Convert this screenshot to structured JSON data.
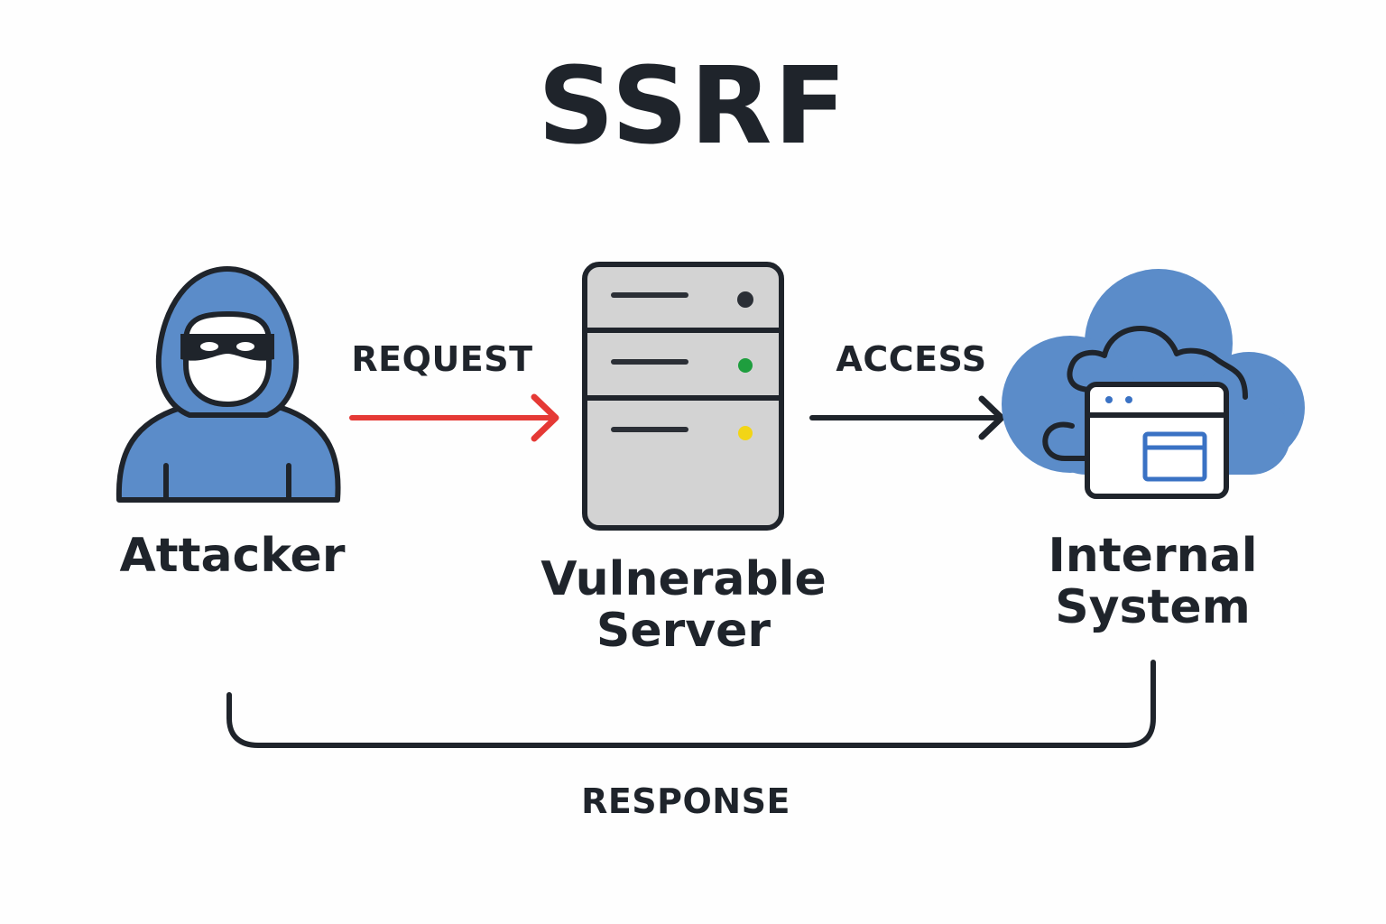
{
  "title": "SSRF",
  "nodes": {
    "attacker": {
      "label": "Attacker",
      "icon": "hooded-hacker-icon"
    },
    "server": {
      "label": "Vulnerable\nServer",
      "icon": "server-rack-icon"
    },
    "internal": {
      "label": "Internal\nSystem",
      "icon": "cloud-window-icon"
    }
  },
  "edges": {
    "request": {
      "label": "REQUEST",
      "color": "#e53935"
    },
    "access": {
      "label": "ACCESS",
      "color": "#1f242b"
    },
    "response": {
      "label": "RESPONSE",
      "color": "#1f242b"
    }
  },
  "colors": {
    "accent_blue": "#5b8cc9",
    "outline": "#1f242b",
    "server_fill": "#d3d3d3",
    "led_dark": "#2b2f36",
    "led_green": "#1e9e3e",
    "led_yellow": "#f2d516",
    "window_blue": "#3a72c4"
  }
}
